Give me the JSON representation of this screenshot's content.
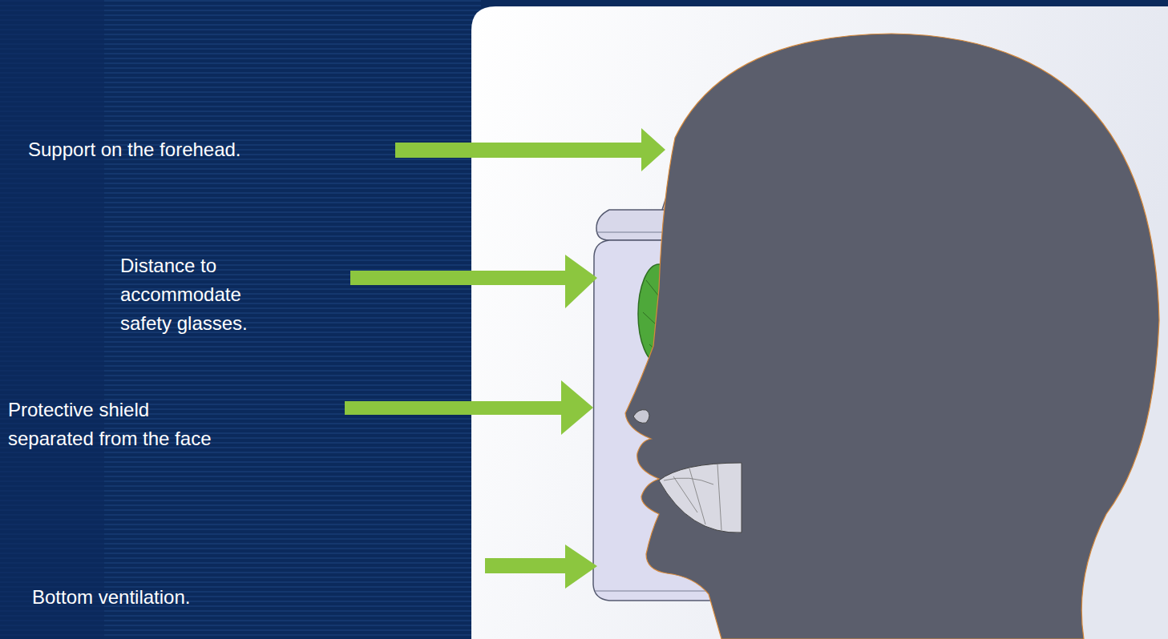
{
  "diagram": {
    "labels": [
      "Support on the forehead.",
      "Distance to accommodate safety glasses.",
      "Protective shield separated from the face",
      "Bottom ventilation."
    ]
  }
}
